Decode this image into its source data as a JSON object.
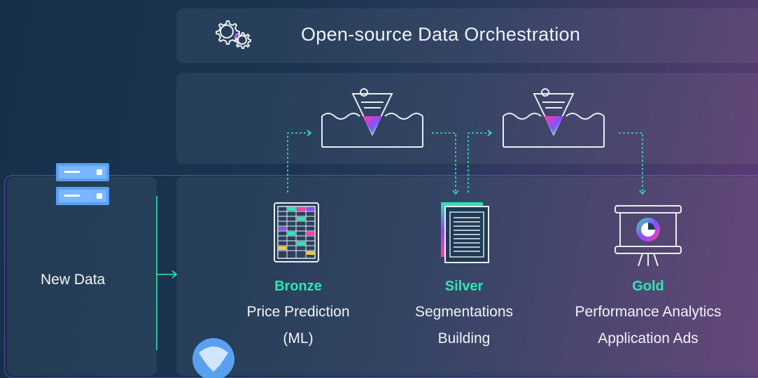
{
  "header": {
    "title": "Open-source Data Orchestration",
    "icon": "gear-icon"
  },
  "source": {
    "label": "New Data",
    "icon": "server-icon"
  },
  "tiers": [
    {
      "name": "Bronze",
      "line1": "Price Prediction",
      "line2": "(ML)",
      "icon": "table-grid-icon"
    },
    {
      "name": "Silver",
      "line1": "Segmentations",
      "line2": "Building",
      "icon": "document-stack-icon"
    },
    {
      "name": "Gold",
      "line1": "Performance Analytics",
      "line2": "Application Ads",
      "icon": "presentation-board-icon"
    }
  ],
  "colors": {
    "accent": "#2ee6b4",
    "text": "#ffffff",
    "background": "#1b3450"
  }
}
